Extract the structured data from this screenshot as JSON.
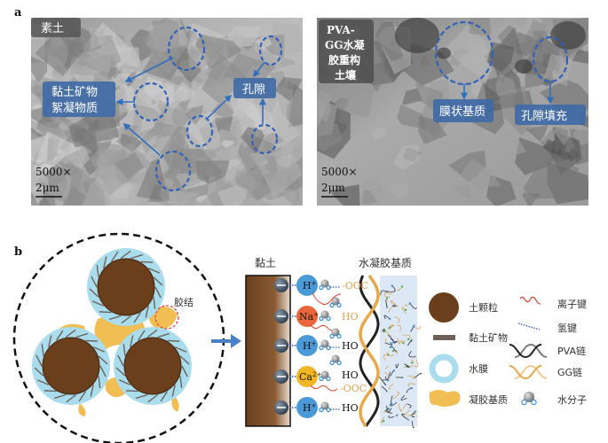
{
  "panel_a": {
    "label": "a",
    "left_image": {
      "title": "素土",
      "label_floc_line1": "黏土矿物",
      "label_floc_line2": "絮凝物质",
      "label_pore": "孔隙",
      "magnification": "5000×",
      "scale_bar": "2μm"
    },
    "right_image": {
      "title_lines": [
        "PVA-",
        "GG水凝",
        "胶重构",
        "土壤"
      ],
      "label_membrane": "膜状基质",
      "label_pore_fill": "孔隙填充",
      "magnification": "5000×",
      "scale_bar": "2μm"
    }
  },
  "panel_b": {
    "label": "b",
    "cementation_label": "胶结",
    "clay_label": "黏土",
    "hydrogel_label": "水凝胶基质",
    "ions": [
      {
        "base": "H",
        "charge": "+",
        "color": "#4a9ad8",
        "group": "-OOC",
        "bond": "ionic"
      },
      {
        "base": "Na",
        "charge": "+",
        "color": "#e8663a",
        "group": "HO",
        "bond": "ionic"
      },
      {
        "base": "H",
        "charge": "+",
        "color": "#4a9ad8",
        "group": "HO",
        "bond": "hydrogen"
      },
      {
        "base": "Ca",
        "charge": "2+",
        "color": "#f2b624",
        "group": "HO",
        "bond": "ionic"
      },
      {
        "base": "H",
        "charge": "+",
        "color": "#4a9ad8",
        "group": "HO",
        "bond": "hydrogen"
      }
    ],
    "extra_group": "-OOC",
    "legend": [
      {
        "label": "土颗粒",
        "icon": "soil-particle-icon"
      },
      {
        "label": "黏土矿物",
        "icon": "clay-mineral-icon"
      },
      {
        "label": "水膜",
        "icon": "water-film-icon"
      },
      {
        "label": "凝胶基质",
        "icon": "gel-matrix-icon"
      },
      {
        "label": "离子键",
        "icon": "ionic-bond-icon"
      },
      {
        "label": "氢键",
        "icon": "hydrogen-bond-icon"
      },
      {
        "label": "PVA链",
        "icon": "pva-chain-icon"
      },
      {
        "label": "GG链",
        "icon": "gg-chain-icon"
      },
      {
        "label": "水分子",
        "icon": "water-molecule-icon"
      }
    ]
  },
  "colors": {
    "label_box": "#3f6aa6",
    "dashed_circle": "#2f62b8",
    "soil": "#6b3f1c",
    "water_film": "#a9dcec",
    "gel": "#f0be52",
    "ionic_bond": "#d9412b",
    "hbond": "#2f5bbf"
  }
}
